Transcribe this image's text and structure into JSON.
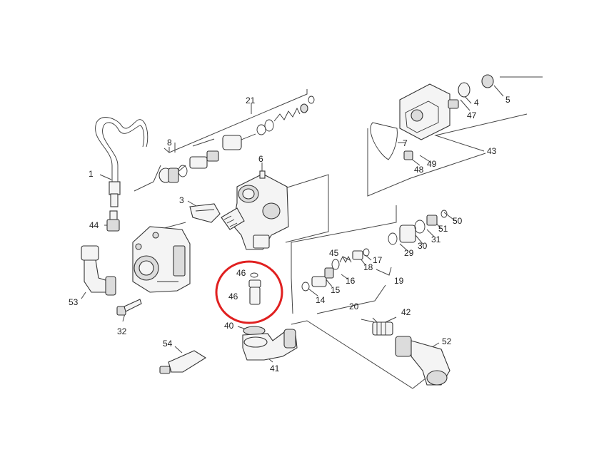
{
  "diagram": {
    "highlight_color": "#e02020",
    "callouts": [
      {
        "id": "c1",
        "text": "1"
      },
      {
        "id": "c3",
        "text": "3"
      },
      {
        "id": "c4",
        "text": "4"
      },
      {
        "id": "c5",
        "text": "5"
      },
      {
        "id": "c6",
        "text": "6"
      },
      {
        "id": "c7",
        "text": "7"
      },
      {
        "id": "c8",
        "text": "8"
      },
      {
        "id": "c14",
        "text": "14"
      },
      {
        "id": "c15",
        "text": "15"
      },
      {
        "id": "c16",
        "text": "16"
      },
      {
        "id": "c17",
        "text": "17"
      },
      {
        "id": "c18",
        "text": "18"
      },
      {
        "id": "c19",
        "text": "19"
      },
      {
        "id": "c20",
        "text": "20"
      },
      {
        "id": "c21",
        "text": "21"
      },
      {
        "id": "c29",
        "text": "29"
      },
      {
        "id": "c30",
        "text": "30"
      },
      {
        "id": "c31",
        "text": "31"
      },
      {
        "id": "c32",
        "text": "32"
      },
      {
        "id": "c40",
        "text": "40"
      },
      {
        "id": "c41",
        "text": "41"
      },
      {
        "id": "c42",
        "text": "42"
      },
      {
        "id": "c43",
        "text": "43"
      },
      {
        "id": "c44",
        "text": "44"
      },
      {
        "id": "c45",
        "text": "45"
      },
      {
        "id": "c46a",
        "text": "46"
      },
      {
        "id": "c46b",
        "text": "46"
      },
      {
        "id": "c47",
        "text": "47"
      },
      {
        "id": "c48",
        "text": "48"
      },
      {
        "id": "c49",
        "text": "49"
      },
      {
        "id": "c50",
        "text": "50"
      },
      {
        "id": "c51",
        "text": "51"
      },
      {
        "id": "c52",
        "text": "52"
      },
      {
        "id": "c53",
        "text": "53"
      },
      {
        "id": "c54",
        "text": "54"
      }
    ]
  }
}
